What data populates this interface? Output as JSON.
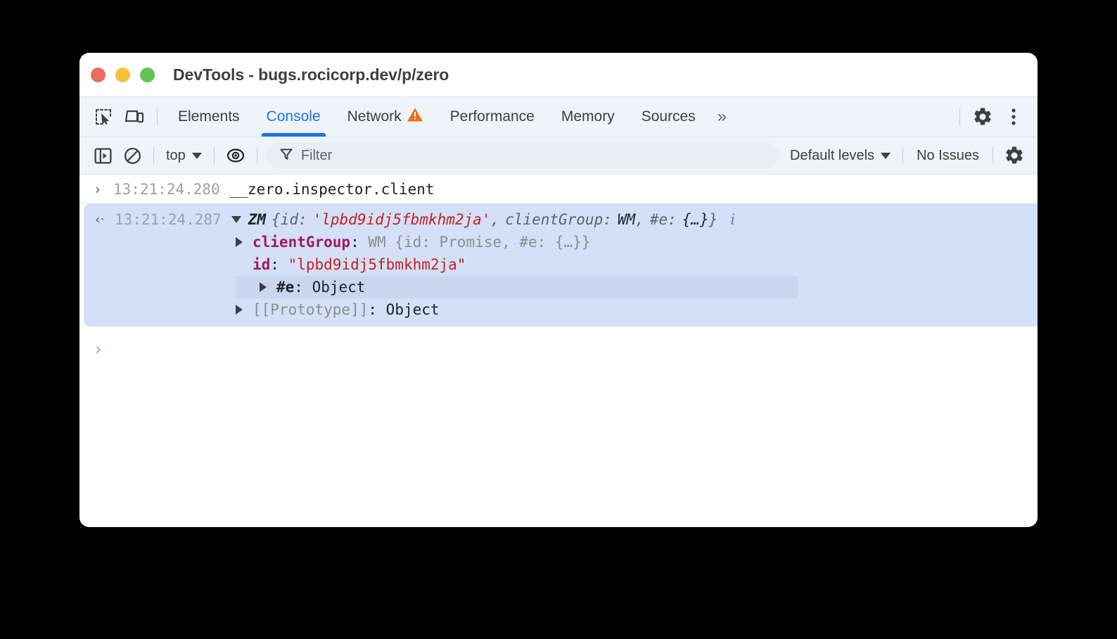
{
  "window": {
    "title": "DevTools - bugs.rocicorp.dev/p/zero",
    "traffic_lights": [
      "close",
      "minimize",
      "maximize"
    ],
    "colors": {
      "close": "#ED6A5E",
      "minimize": "#F5C33B",
      "maximize": "#61C454",
      "accent": "#1A73E8",
      "warning": "#E8731A",
      "result_bg": "#D3E0F7",
      "toolbar_bg": "#EFF3FA"
    }
  },
  "tabbar": {
    "left_icons": [
      {
        "name": "inspect-element-icon",
        "label": "Inspect element"
      },
      {
        "name": "device-toolbar-icon",
        "label": "Toggle device toolbar"
      }
    ],
    "tabs": [
      {
        "label": "Elements",
        "active": false,
        "badge": null
      },
      {
        "label": "Console",
        "active": true,
        "badge": null
      },
      {
        "label": "Network",
        "active": false,
        "badge": "warning"
      },
      {
        "label": "Performance",
        "active": false,
        "badge": null
      },
      {
        "label": "Memory",
        "active": false,
        "badge": null
      },
      {
        "label": "Sources",
        "active": false,
        "badge": null
      }
    ],
    "more_label": "»",
    "right_icons": [
      {
        "name": "settings-gear-icon",
        "label": "Settings"
      },
      {
        "name": "more-options-icon",
        "label": "Customize and control DevTools"
      }
    ]
  },
  "console_toolbar": {
    "sidebar_toggle": "console-sidebar-icon",
    "clear_console": "clear-console-icon",
    "context_selector": "top",
    "live_expression": "eye-icon",
    "filter": {
      "placeholder": "Filter",
      "value": "",
      "icon": "funnel-icon"
    },
    "levels": "Default levels",
    "issues": "No Issues",
    "settings_icon": "console-settings-gear-icon"
  },
  "console": {
    "command": {
      "prompt": "›",
      "timestamp": "13:21:24.280",
      "text": "__zero.inspector.client"
    },
    "result": {
      "return_arrow": "‹·",
      "timestamp": "13:21:24.287",
      "expanded": true,
      "class_name": "ZM",
      "preview": {
        "open_brace": "{",
        "id_key": "id:",
        "id_value": "'lpbd9idj5fbmkhm2ja'",
        "comma1": ",",
        "group_key": "clientGroup:",
        "group_value": "WM",
        "comma2": ",",
        "e_key": "#e:",
        "e_value": "{…}",
        "close_brace": "}"
      },
      "info_marker": "i",
      "properties": [
        {
          "expandable": true,
          "expanded": false,
          "key": "clientGroup",
          "key_style": "own",
          "separator": ": ",
          "value": "WM {id: Promise, #e: {…}}",
          "value_style": "object",
          "highlighted": false
        },
        {
          "expandable": false,
          "expanded": false,
          "key": "id",
          "key_style": "own",
          "separator": ": ",
          "value": "\"lpbd9idj5fbmkhm2ja\"",
          "value_style": "string",
          "highlighted": false
        },
        {
          "expandable": true,
          "expanded": false,
          "key": "#e",
          "key_style": "own-hash",
          "separator": ": ",
          "value": "Object",
          "value_style": "plain",
          "highlighted": true
        },
        {
          "expandable": true,
          "expanded": false,
          "key": "[[Prototype]]",
          "key_style": "proto",
          "separator": ": ",
          "value": "Object",
          "value_style": "plain",
          "highlighted": false
        }
      ]
    },
    "prompt": {
      "chevron": "›",
      "value": ""
    }
  }
}
